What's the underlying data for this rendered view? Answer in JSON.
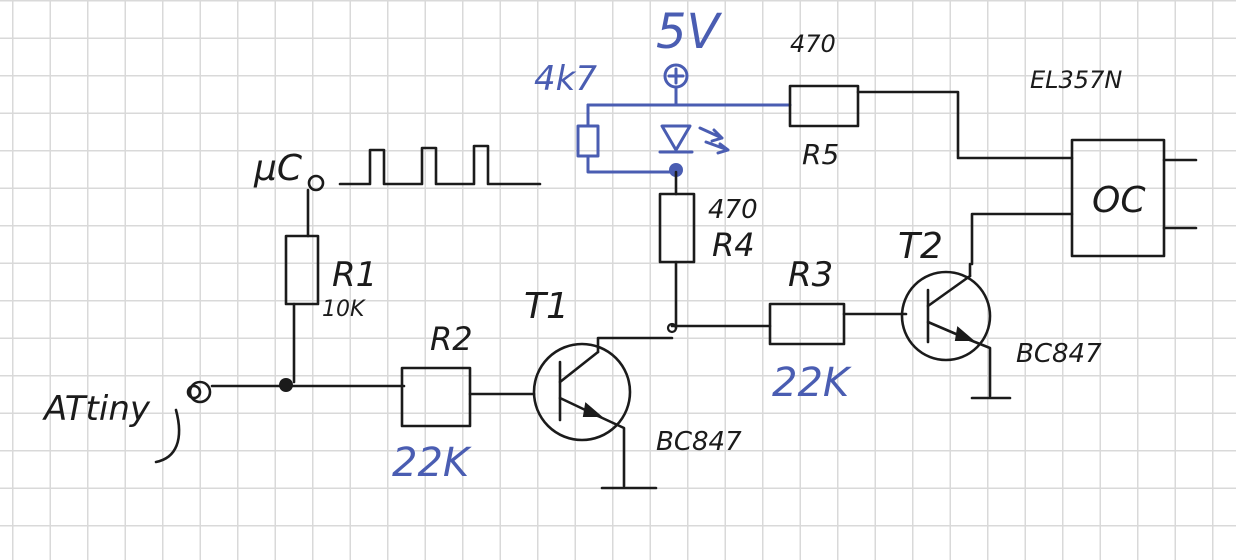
{
  "labels": {
    "supply": "5V",
    "led_resistor": "4k7",
    "r5_value": "470",
    "r5_name": "R5",
    "optocoupler_part": "EL357N",
    "optocoupler_body": "OC",
    "uc": "µC",
    "r4_value": "470",
    "r4_name": "R4",
    "t2_name": "T2",
    "r3_name": "R3",
    "r1_name": "R1",
    "r1_value": "10K",
    "t1_name": "T1",
    "r2_name": "R2",
    "t2_part": "BC847",
    "r3_value": "22K",
    "attiny": "ATtiny",
    "t1_part": "BC847",
    "r2_value": "22K"
  },
  "colors": {
    "ink": "#1b1b1b",
    "highlight": "#4a5db2",
    "grid": "#d9d9d9"
  }
}
